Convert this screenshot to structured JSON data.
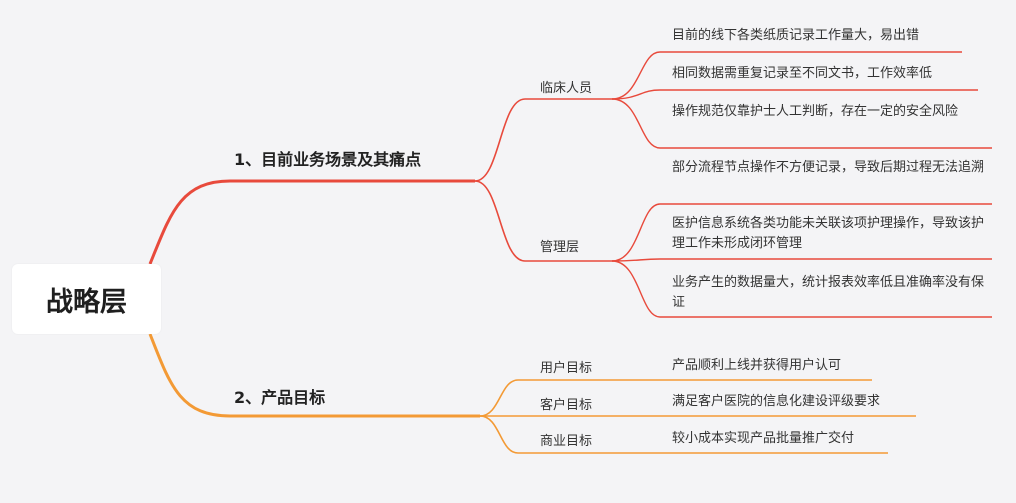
{
  "root": {
    "label": "战略层"
  },
  "branches": [
    {
      "label": "1、目前业务场景及其痛点",
      "color": "#e84a3c",
      "children": [
        {
          "label": "临床人员",
          "leaves": [
            "目前的线下各类纸质记录工作量大，易出错",
            "相同数据需重复记录至不同文书，工作效率低",
            "操作规范仅靠护士人工判断，存在一定的安全风险"
          ]
        },
        {
          "label": "管理层",
          "leaves": [
            "部分流程节点操作不方便记录，导致后期过程无法追溯",
            "医护信息系统各类功能未关联该项护理操作，导致该护理工作未形成闭环管理",
            "业务产生的数据量大，统计报表效率低且准确率没有保证"
          ]
        }
      ]
    },
    {
      "label": "2、产品目标",
      "color": "#f39a35",
      "children": [
        {
          "label": "用户目标",
          "leaves": [
            "产品顺利上线并获得用户认可"
          ]
        },
        {
          "label": "客户目标",
          "leaves": [
            "满足客户医院的信息化建设评级要求"
          ]
        },
        {
          "label": "商业目标",
          "leaves": [
            "较小成本实现产品批量推广交付"
          ]
        }
      ]
    }
  ]
}
